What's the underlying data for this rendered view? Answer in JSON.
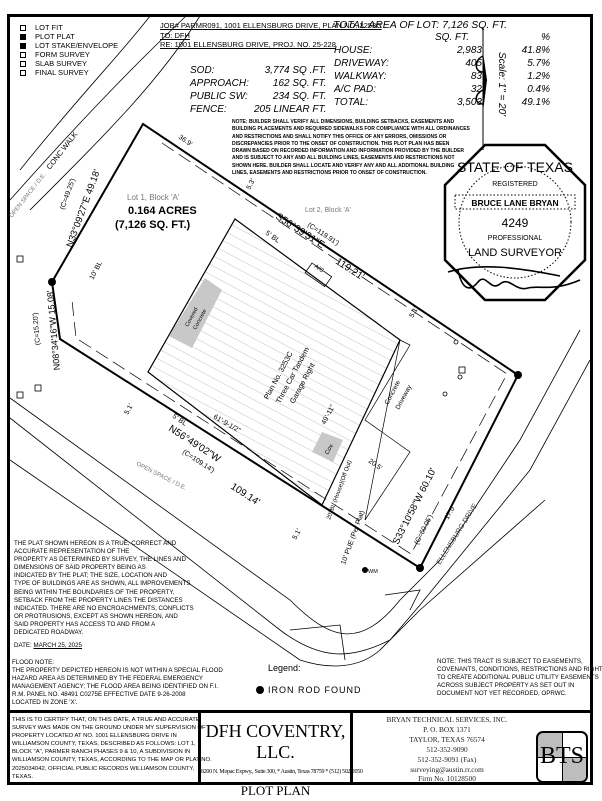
{
  "checklist": [
    {
      "label": "LOT FIT",
      "checked": false
    },
    {
      "label": "PLOT PLAT",
      "checked": true
    },
    {
      "label": "LOT STAKE/ENVELOPE",
      "checked": true
    },
    {
      "label": "FORM SURVEY",
      "checked": false
    },
    {
      "label": "SLAB SURVEY",
      "checked": false
    },
    {
      "label": "FINAL SURVEY",
      "checked": false
    }
  ],
  "job": {
    "line1": "JOB# PARMR091, 1001 ELLENSBURG DRIVE, PLAN NO. 3253C",
    "line2": "TO: DFH",
    "line3": "RE: 1001 ELLENSBURG DRIVE, PROJ. NO. 25-228"
  },
  "lot_area": {
    "title": "TOTAL AREA OF LOT: 7,126 SQ. FT.",
    "col_sqft": "SQ. FT.",
    "col_pct": "%",
    "rows": [
      {
        "label": "HOUSE:",
        "sqft": "2,983",
        "pct": "41.8%"
      },
      {
        "label": "DRIVEWAY:",
        "sqft": "405",
        "pct": "5.7%"
      },
      {
        "label": "WALKWAY:",
        "sqft": "83",
        "pct": "1.2%"
      },
      {
        "label": "A/C PAD:",
        "sqft": "32",
        "pct": "0.4%"
      },
      {
        "label": "TOTAL:",
        "sqft": "3,503",
        "pct": "49.1%"
      }
    ]
  },
  "quantities": [
    {
      "label": "SOD:",
      "value": "3,774 SQ .FT."
    },
    {
      "label": "APPROACH:",
      "value": "162 SQ. FT."
    },
    {
      "label": "PUBLIC SW:",
      "value": "234 SQ. FT."
    },
    {
      "label": "FENCE:",
      "value": "205 LINEAR FT."
    }
  ],
  "builder_note": [
    "NOTE: BUILDER SHALL VERIFY ALL DIMENSIONS, BUILDING SETBACKS, EASEMENTS AND",
    "BUILDING PLACEMENTS AND REQUIRED SIDEWALKS FOR COMPLIANCE WITH ALL ORDINANCES",
    "AND RESTRICTIONS AND SHALL NOTIFY THIS OFFICE OF ANY ERRORS, OMISSIONS OR",
    "DISCREPANCIES PRIOR TO THE ONSET OF CONSTRUCTION.  THIS PLOT PLAN HAS BEEN",
    "DRAWN BASED ON RECORDED INFORMATION AND INFORMATION PROVIDED BY THE BUILDER",
    "AND IS SUBJECT TO ANY AND ALL BUILDING LINES, EASEMENTS AND RESTRICTIONS NOT",
    "SHOWN HERE. BUILDER SHALL LOCATE AND VERIFY ANY AND ALL ADDITIONAL BUILDING",
    "LINES, EASEMENTS AND RESTRICTIONS PRIOR TO ONSET OF CONSTRUCTION."
  ],
  "scale": "Scale: 1\" = 20'",
  "plat": {
    "lot1": "Lot 1, Block 'A'",
    "acres": "0.164 ACRES",
    "sqft": "(7,126 SQ. FT.)",
    "lot2": "Lot 2, Block 'A'",
    "conc_walk": "CONC WALK",
    "open_space_nw": "OPEN SPACE / D.E.",
    "open_space_s": "OPEN SPACE / D.E.",
    "street": "ELLENSBURG DRIVE",
    "brg_nw": "N33°09'27\"E  49.18'",
    "chord_nw": "(C=49.25')",
    "brg_w": "N08°34'16\"W  15.08'",
    "chord_w": "(C=15.20')",
    "brg_ne": "S56°39'31\"E",
    "dist_ne": "119.21'",
    "chord_ne": "(C=119.91')",
    "brg_sw": "N56°49'02\"W",
    "dist_sw": "109.14'",
    "chord_sw": "(C=109.14')",
    "brg_se": "S33°10'58\"W  60.10'",
    "chord_se": "(C=60.05')",
    "bl_top": "5' BL",
    "bl_bottom": "5' BL",
    "bl_left": "10' BL",
    "bl_front": "20' BL (House)(Off Out)",
    "pue": "10' PUE (Per Plat)",
    "dim_369": "36.9'",
    "dim_53": "5.3'",
    "dim_51a": "5.1'",
    "dim_51b": "5.1'",
    "dim_51c": "5.1'",
    "dim_61": "61'-9-1/2\"",
    "dim_49": "49'-11\"",
    "dim_205": "20.5'",
    "dim_170": "17.0'",
    "house": [
      "Plan No. 3253C",
      "Three Car Tandem",
      "Garage Right"
    ],
    "covered": [
      "Covered",
      "Concrete"
    ],
    "cov": "Cov.",
    "ac": "A/C",
    "driveway": [
      "Concrete",
      "Driveway"
    ],
    "wm": "WM"
  },
  "seal": {
    "state": "STATE OF TEXAS",
    "registered": "REGISTERED",
    "name": "BRUCE LANE BRYAN",
    "number": "4249",
    "professional": "PROFESSIONAL",
    "surveyor": "LAND SURVEYOR"
  },
  "certification": [
    "THE PLAT SHOWN HEREON IS A TRUE, CORRECT AND",
    "ACCURATE REPRESENTATION OF THE",
    "PROPERTY AS DETERMINED BY SURVEY, THE LINES AND",
    "DIMENSIONS OF SAID PROPERTY BEING AS",
    "INDICATED BY THE PLAT; THE SIZE, LOCATION AND",
    "TYPE OF BUILDINGS ARE AS SHOWN, ALL IMPROVEMENTS",
    "BEING WITHIN THE BOUNDARIES OF THE PROPERTY,",
    "SETBACK FROM THE PROPERTY LINES THE DISTANCES",
    "INDICATED. THERE ARE NO ENCROACHMENTS, CONFLICTS",
    "OR PROTRUSIONS, EXCEPT AS SHOWN HEREON, AND",
    "SAID PROPERTY HAS ACCESS TO AND FROM A",
    "DEDICATED ROADWAY."
  ],
  "date_label": "DATE:",
  "date_value": "MARCH 25, 2025",
  "flood": {
    "title": "FLOOD NOTE:",
    "lines": [
      "THE PROPERTY DEPICTED HEREON IS NOT WITHIN A SPECIAL FLOOD",
      "HAZARD AREA AS DETERMINED BY THE FEDERAL EMERGENCY",
      "MANAGEMENT AGENCY; THE FLOOD AREA BEING IDENTIFIED ON F.I.",
      "R.M. PANEL NO. 48491 C0275E EFFECTIVE DATE 9-26-2008",
      "LOCATED IN ZONE 'X'."
    ]
  },
  "legend": {
    "title": "Legend:",
    "item": "IRON ROD FOUND"
  },
  "easement_note": [
    "NOTE: THIS TRACT IS SUBJECT TO EASEMENTS,",
    "COVENANTS, CONDITIONS, RESTRICTIONS AND RIGHT",
    "TO CREATE ADDITIONAL PUBLIC UTILITY EASEMENTS",
    "ACROSS SUBJECT PROPERTY AS SET OUT IN",
    "DOCUMENT NOT YET RECORDED, OPRWC."
  ],
  "survey_cert": [
    "THIS IS TO CERTIFY THAT, ON THIS DATE, A TRUE AND ACCURATE",
    "SURVEY WAS MADE ON THE GROUND UNDER MY SUPERVISION OF",
    "PROPERTY LOCATED AT NO. 1001 ELLENSBURG DRIVE IN",
    "WILLIAMSON COUNTY, TEXAS, DESCRIBED AS FOLLOWS: LOT 1,",
    "BLOCK \"A\", PARMER RANCH PHASES 9 & 10, A SUBDIVISION IN",
    "WILLIAMSON COUNTY, TEXAS, ACCORDING TO THE MAP OR PLAT NO.",
    "2025034042, OFFICIAL PUBLIC RECORDS WILLIAMSON COUNTY,",
    "TEXAS."
  ],
  "client": {
    "name": "DFH COVENTRY, LLC.",
    "address": "8200 N. Mopac Expwy., Suite 300, * Austin, Texas 78759 * (512) 502-2050",
    "doc_title": "PLOT PLAN"
  },
  "surveyor": {
    "lines": [
      "BRYAN TECHNICAL SERVICES, INC.",
      "P. O. BOX 1371",
      "TAYLOR, TEXAS 76574",
      "512-352-9090",
      "512-352-9091 (Fax)",
      "surveying@austin.rr.com",
      "Firm No. 10128500"
    ],
    "logo": "BTS"
  },
  "colors": {
    "ink": "#000000",
    "fill_gray": "#c8c8c8",
    "logo_gray": "#bdbdbd"
  }
}
